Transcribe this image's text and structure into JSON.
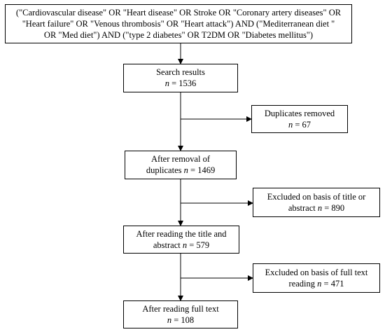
{
  "query": {
    "lines": [
      "(\"Cardiovascular disease\" OR \"Heart disease\" OR Stroke OR \"Coronary artery diseases\" OR",
      "\"Heart failure\" OR \"Venous thrombosis\" OR \"Heart attack\") AND (\"Mediterranean diet \"",
      "OR \"Med diet\") AND (\"type 2 diabetes\" OR T2DM OR \"Diabetes mellitus\")"
    ]
  },
  "n_label": "n",
  "steps": [
    {
      "label": "Search results",
      "text2_prefix": "",
      "value": "1536"
    },
    {
      "label": "After removal of",
      "text2_prefix": "duplicates ",
      "value": "1469"
    },
    {
      "label": "After reading the title and",
      "text2_prefix": "abstract ",
      "value": "579"
    },
    {
      "label": "After reading full text",
      "text2_prefix": "",
      "value": "108"
    }
  ],
  "exclusions": [
    {
      "label": "Duplicates removed",
      "text2_prefix": "",
      "value": "67"
    },
    {
      "label": "Excluded on basis of title or",
      "text2_prefix": "abstract ",
      "value": "890"
    },
    {
      "label": "Excluded on basis of full text",
      "text2_prefix": "reading ",
      "value": "471"
    }
  ]
}
